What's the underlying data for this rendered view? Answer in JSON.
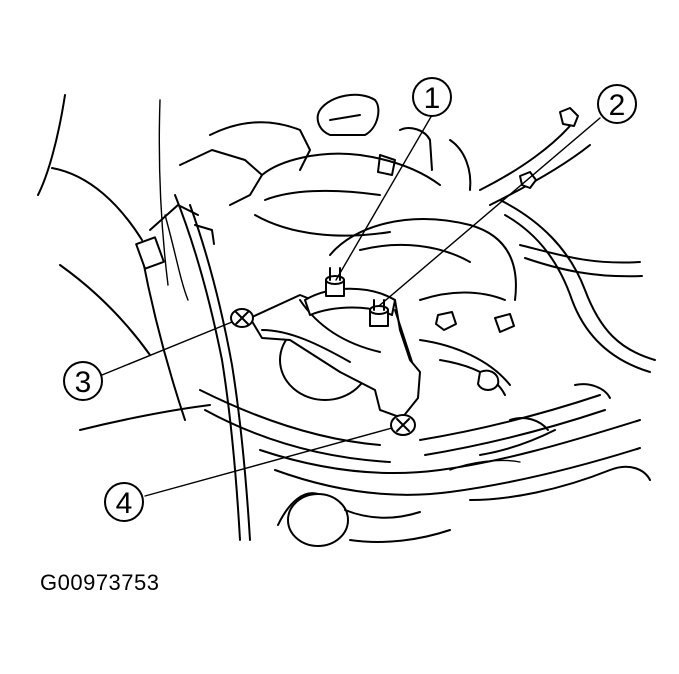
{
  "callouts": [
    {
      "label": "1"
    },
    {
      "label": "2"
    },
    {
      "label": "3"
    },
    {
      "label": "4"
    }
  ],
  "figure_id": "G00973753"
}
